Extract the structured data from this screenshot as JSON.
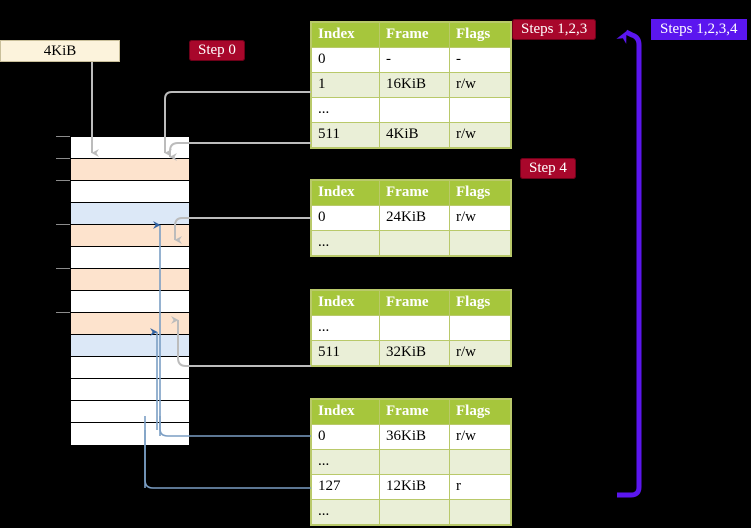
{
  "meta": {
    "title": "Multi-level page table walk diagram",
    "bg_color": "#000000"
  },
  "badges": {
    "step0": "Step 0",
    "steps123": "Steps 1,2,3",
    "steps1234": "Steps 1,2,3,4",
    "step4": "Step 4",
    "red_color": "#a8072b",
    "blue_color": "#5b16ef"
  },
  "memory": {
    "box_label": "4KiB",
    "box_color": "#fcf3dc",
    "rows": [
      {
        "fill": "white"
      },
      {
        "fill": "orange"
      },
      {
        "fill": "white"
      },
      {
        "fill": "blue"
      },
      {
        "fill": "orange"
      },
      {
        "fill": "white"
      },
      {
        "fill": "orange"
      },
      {
        "fill": "white"
      },
      {
        "fill": "orange"
      },
      {
        "fill": "blue"
      },
      {
        "fill": "white"
      },
      {
        "fill": "white"
      },
      {
        "fill": "white"
      },
      {
        "fill": "white"
      }
    ],
    "fill_colors": {
      "white": "#ffffff",
      "orange": "#fde3cd",
      "blue": "#dce8f7"
    }
  },
  "tables": [
    {
      "id": "table0",
      "headers": [
        "Index",
        "Frame",
        "Flags"
      ],
      "rows": [
        {
          "cells": [
            "0",
            "-",
            "-"
          ],
          "alt": false,
          "highlight": false
        },
        {
          "cells": [
            "1",
            "16KiB",
            "r/w"
          ],
          "alt": true,
          "highlight": false
        },
        {
          "cells": [
            "...",
            "",
            ""
          ],
          "alt": false,
          "highlight": false
        },
        {
          "cells": [
            "511",
            "4KiB",
            "r/w"
          ],
          "alt": true,
          "highlight": true
        }
      ]
    },
    {
      "id": "table1",
      "headers": [
        "Index",
        "Frame",
        "Flags"
      ],
      "rows": [
        {
          "cells": [
            "0",
            "24KiB",
            "r/w"
          ],
          "alt": false,
          "highlight": false
        },
        {
          "cells": [
            "...",
            "",
            ""
          ],
          "alt": true,
          "highlight": false
        }
      ]
    },
    {
      "id": "table2",
      "headers": [
        "Index",
        "Frame",
        "Flags"
      ],
      "rows": [
        {
          "cells": [
            "...",
            "",
            ""
          ],
          "alt": false,
          "highlight": false
        },
        {
          "cells": [
            "511",
            "32KiB",
            "r/w"
          ],
          "alt": true,
          "highlight": false
        }
      ]
    },
    {
      "id": "table3",
      "headers": [
        "Index",
        "Frame",
        "Flags"
      ],
      "rows": [
        {
          "cells": [
            "0",
            "36KiB",
            "r/w"
          ],
          "alt": false,
          "highlight": false
        },
        {
          "cells": [
            "...",
            "",
            ""
          ],
          "alt": true,
          "highlight": false
        },
        {
          "cells": [
            "127",
            "12KiB",
            "r"
          ],
          "alt": false,
          "highlight": false
        },
        {
          "cells": [
            "...",
            "",
            ""
          ],
          "alt": true,
          "highlight": false
        }
      ]
    }
  ],
  "wires": {
    "gray_color": "#b9b9b9",
    "blue_color": "#7b9ec4",
    "arrow_blue_color": "#3465a4"
  }
}
